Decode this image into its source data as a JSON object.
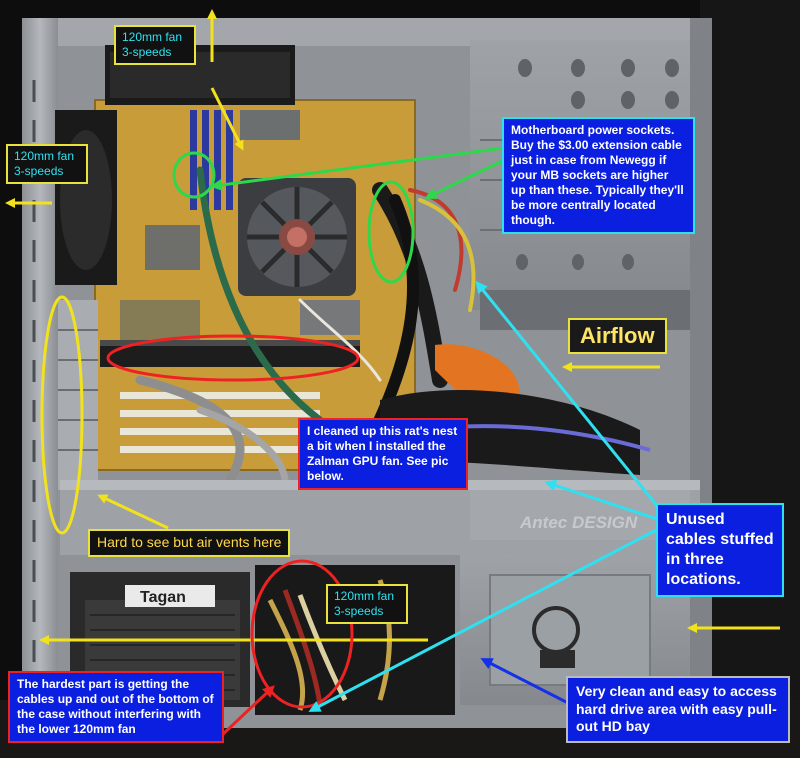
{
  "labels": {
    "fan_top": [
      "120mm fan",
      "3-speeds"
    ],
    "fan_left": [
      "120mm fan",
      "3-speeds"
    ],
    "fan_bottom": [
      "120mm fan",
      "3-speeds"
    ],
    "mb_power": "Motherboard power sockets. Buy the $3.00 extension cable just in case from Newegg if your MB sockets are higher up than these.  Typically they'll be more centrally located though.",
    "airflow": "Airflow",
    "ratsnest": "I cleaned up this rat's nest a bit when I installed the Zalman GPU fan. See pic below.",
    "air_vents": "Hard to see but air vents here",
    "unused_cables": "Unused cables stuffed in three locations.",
    "hardest_part": "The hardest part is getting the cables up and out of the bottom of the case without interfering with the lower 120mm fan",
    "clean_hd": "Very clean and easy to access hard drive area with easy pull-out HD bay"
  },
  "photo_text": {
    "psu_brand": "Tagan",
    "case_brand": "Antec DESIGN"
  },
  "colors": {
    "label_blue": "#0b1fe0",
    "annotation_yellow": "#f2e21c",
    "annotation_cyan": "#2fe1f0",
    "annotation_green": "#2dd84a",
    "annotation_red": "#e22222"
  }
}
